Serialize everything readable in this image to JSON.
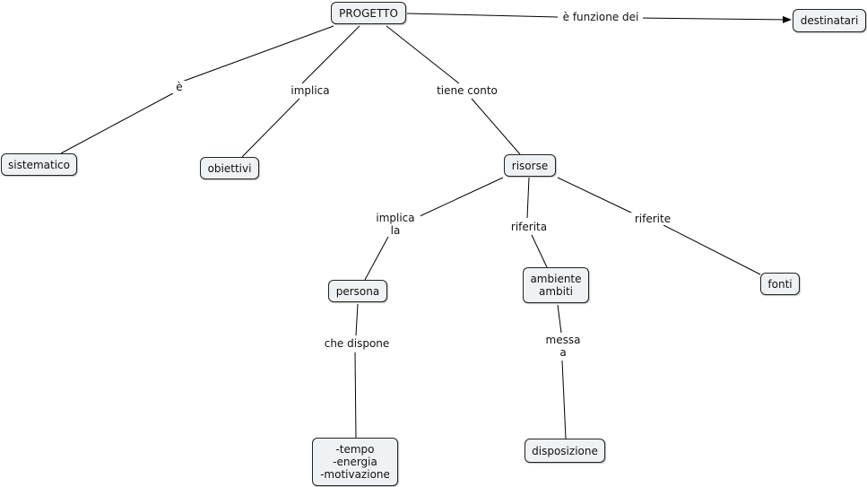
{
  "nodes": {
    "progetto": "PROGETTO",
    "destinatari": "destinatari",
    "sistematico": "sistematico",
    "obiettivi": "obiettivi",
    "risorse": "risorse",
    "persona": "persona",
    "ambiente": "ambiente\nambiti",
    "fonti": "fonti",
    "tempo": "-tempo\n-energia\n-motivazione",
    "disposizione": "disposizione"
  },
  "links": {
    "funzione": "è funzione dei",
    "e": "è",
    "implica": "implica",
    "tiene_conto": "tiene conto",
    "implica_la": "implica\nla",
    "riferita": "riferita",
    "riferite": "riferite",
    "che_dispone": "che dispone",
    "messa_a": "messa\na"
  },
  "colors": {
    "node_fill": "#eef2f5",
    "line": "#000000"
  }
}
